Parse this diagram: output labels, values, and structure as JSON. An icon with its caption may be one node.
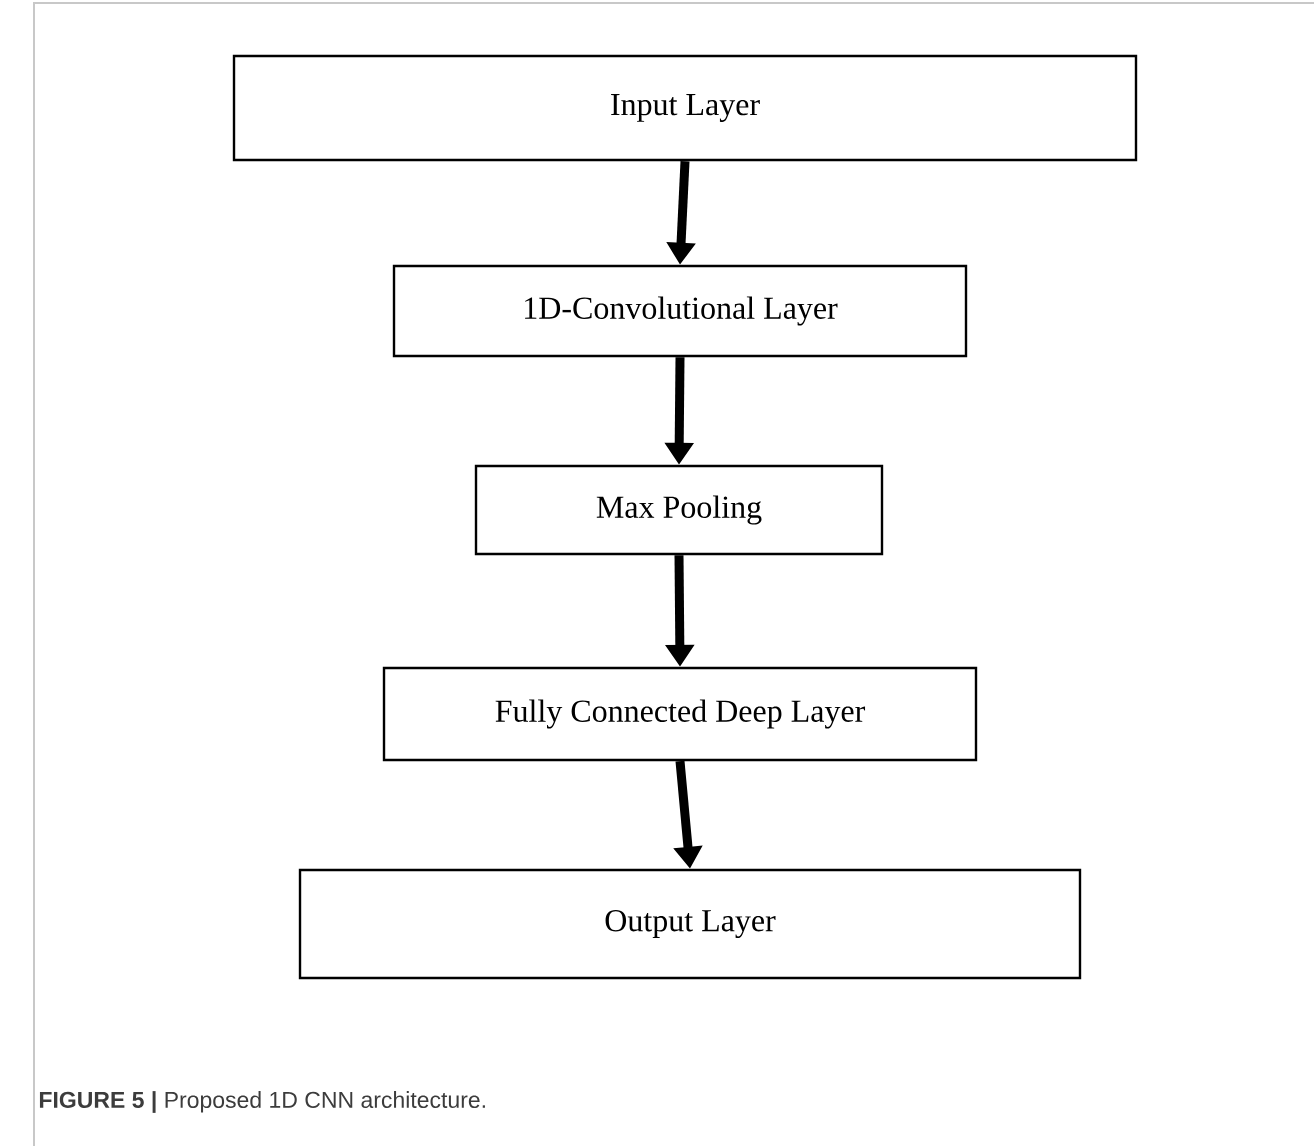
{
  "diagram": {
    "caption": "**FIGURE 5 |** Proposed 1D CNN architecture.",
    "nodes": [
      {
        "text": [
          "Input Layer"
        ]
      },
      {
        "text": [
          "1D-Convolutional Layer"
        ]
      },
      {
        "text": [
          "Max Pooling"
        ]
      },
      {
        "text": [
          "Fully Connected Deep Layer"
        ]
      },
      {
        "text": [
          "Output Layer"
        ]
      }
    ],
    "edges": [
      {
        "from": 0,
        "to": 1,
        "arrow": "to"
      },
      {
        "from": 1,
        "to": 2,
        "arrow": "to"
      },
      {
        "from": 2,
        "to": 3,
        "arrow": "to"
      },
      {
        "from": 3,
        "to": 4,
        "arrow": "to"
      }
    ]
  }
}
